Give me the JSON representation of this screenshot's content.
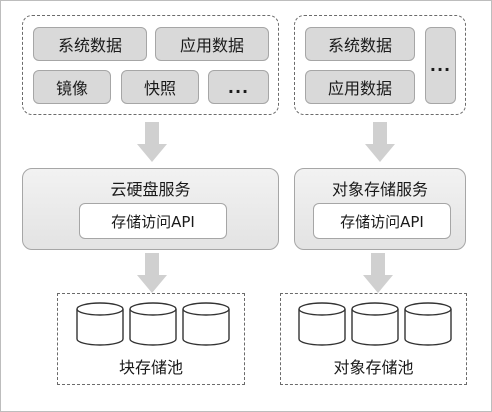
{
  "left_group": {
    "chips": [
      "系统数据",
      "应用数据",
      "镜像",
      "快照",
      "..."
    ]
  },
  "right_group": {
    "chips": [
      "系统数据",
      "应用数据",
      "..."
    ]
  },
  "block_service": {
    "title": "云硬盘服务",
    "api": "存储访问API"
  },
  "object_service": {
    "title": "对象存储服务",
    "api": "存储访问API"
  },
  "block_pool": {
    "label": "块存储池"
  },
  "object_pool": {
    "label": "对象存储池"
  },
  "colors": {
    "chip_fill": "#d9d9d9",
    "service_fill": "#ebebeb",
    "arrow_fill": "#d0d0d0",
    "border": "#6b6b6b"
  }
}
